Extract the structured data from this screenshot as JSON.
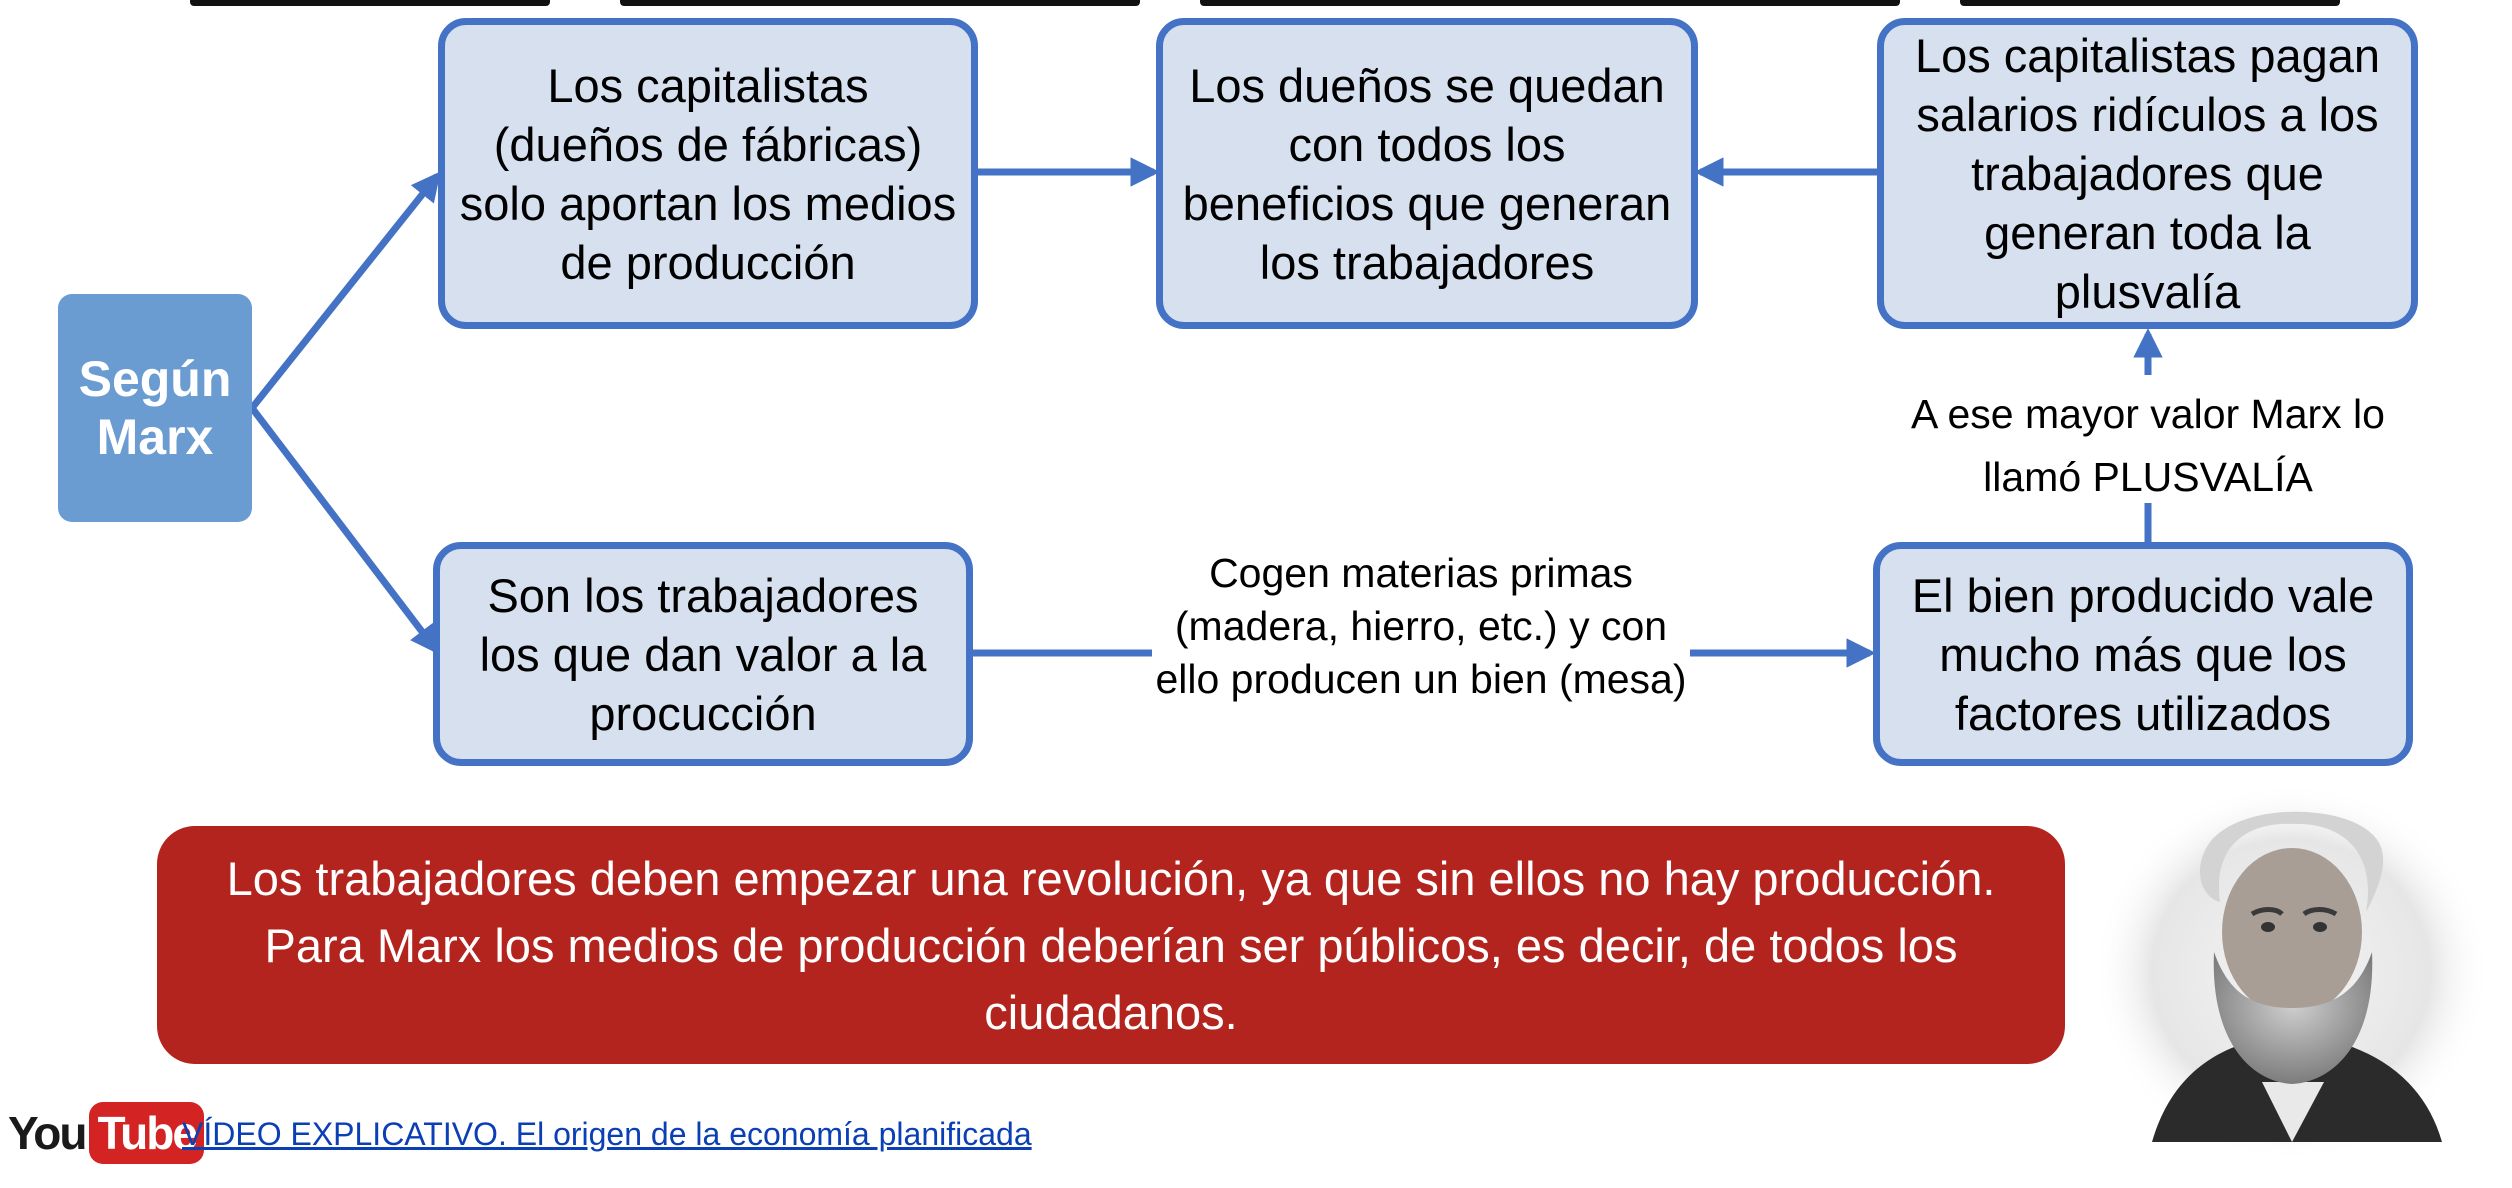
{
  "start": {
    "label": "Según\nMarx"
  },
  "boxes": {
    "capitalists": "Los capitalistas (dueños de fábricas) solo aportan los medios de producción",
    "owners_profits": "Los dueños se quedan con todos los beneficios que generan los trabajadores",
    "low_wages": "Los capitalistas pagan salarios ridículos a los trabajadores que generan toda la plusvalía",
    "workers_value": "Son los trabajadores los que dan valor a la procucción",
    "good_value": "El bien producido vale mucho más que los factores utilizados"
  },
  "labels": {
    "raw_materials": "Cogen materias primas (madera, hierro, etc.) y con ello producen un bien (mesa)",
    "surplus": "A ese mayor valor Marx lo llamó PLUSVALÍA"
  },
  "conclusion": "Los trabajadores deben empezar una revolución, ya que sin ellos no hay producción. Para Marx los medios de producción deberían ser públicos, es decir, de todos los ciudadanos.",
  "footer": {
    "logo_you": "You",
    "logo_tube": "Tube",
    "video_link": "VÍDEO EXPLICATIVO. El origen de la economía planificada"
  },
  "colors": {
    "connector": "#4472c4",
    "box_fill": "#d6e0ef",
    "start_fill": "#6a9bd1",
    "banner_fill": "#b3241e",
    "youtube_red": "#d32323"
  },
  "icons": [
    "youtube-logo-icon",
    "karl-marx-portrait"
  ]
}
